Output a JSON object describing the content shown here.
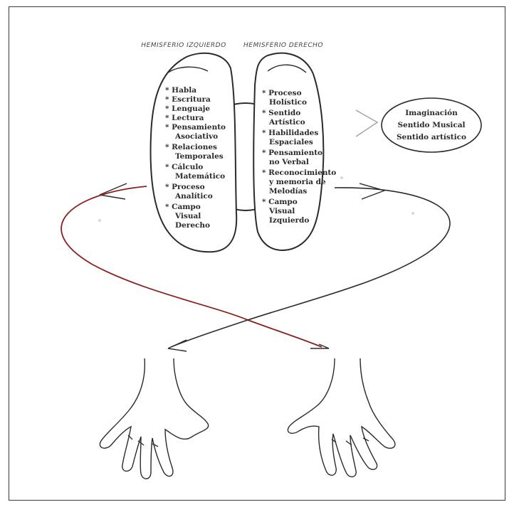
{
  "left_hemisphere": {
    "title": "HEMISFERIO IZQUIERDO",
    "items": [
      [
        "* Habla"
      ],
      [
        "* Escritura"
      ],
      [
        "* Lenguaje"
      ],
      [
        "* Lectura"
      ],
      [
        "* Pensamiento",
        "Asociativo"
      ],
      [
        "* Relaciones",
        "Temporales"
      ],
      [
        "* Cálculo",
        "Matemático"
      ],
      [
        "* Proceso",
        "Analítico"
      ],
      [
        "* Campo",
        "Visual",
        "Derecho"
      ]
    ]
  },
  "right_hemisphere": {
    "title": "HEMISFERIO DERECHO",
    "items": [
      [
        "* Proceso",
        "Holístico"
      ],
      [
        "* Sentido",
        "Artístico"
      ],
      [
        "* Habilidades",
        "Espaciales"
      ],
      [
        "* Pensamiento",
        "no Verbal"
      ],
      [
        "* Reconocimiento",
        "y memoria de",
        "Melodías"
      ],
      [
        "* Campo",
        "Visual",
        "Izquierdo"
      ]
    ]
  },
  "oval": {
    "lines": [
      "Imaginación",
      "Sentido Musical",
      "Sentido artístico"
    ]
  }
}
